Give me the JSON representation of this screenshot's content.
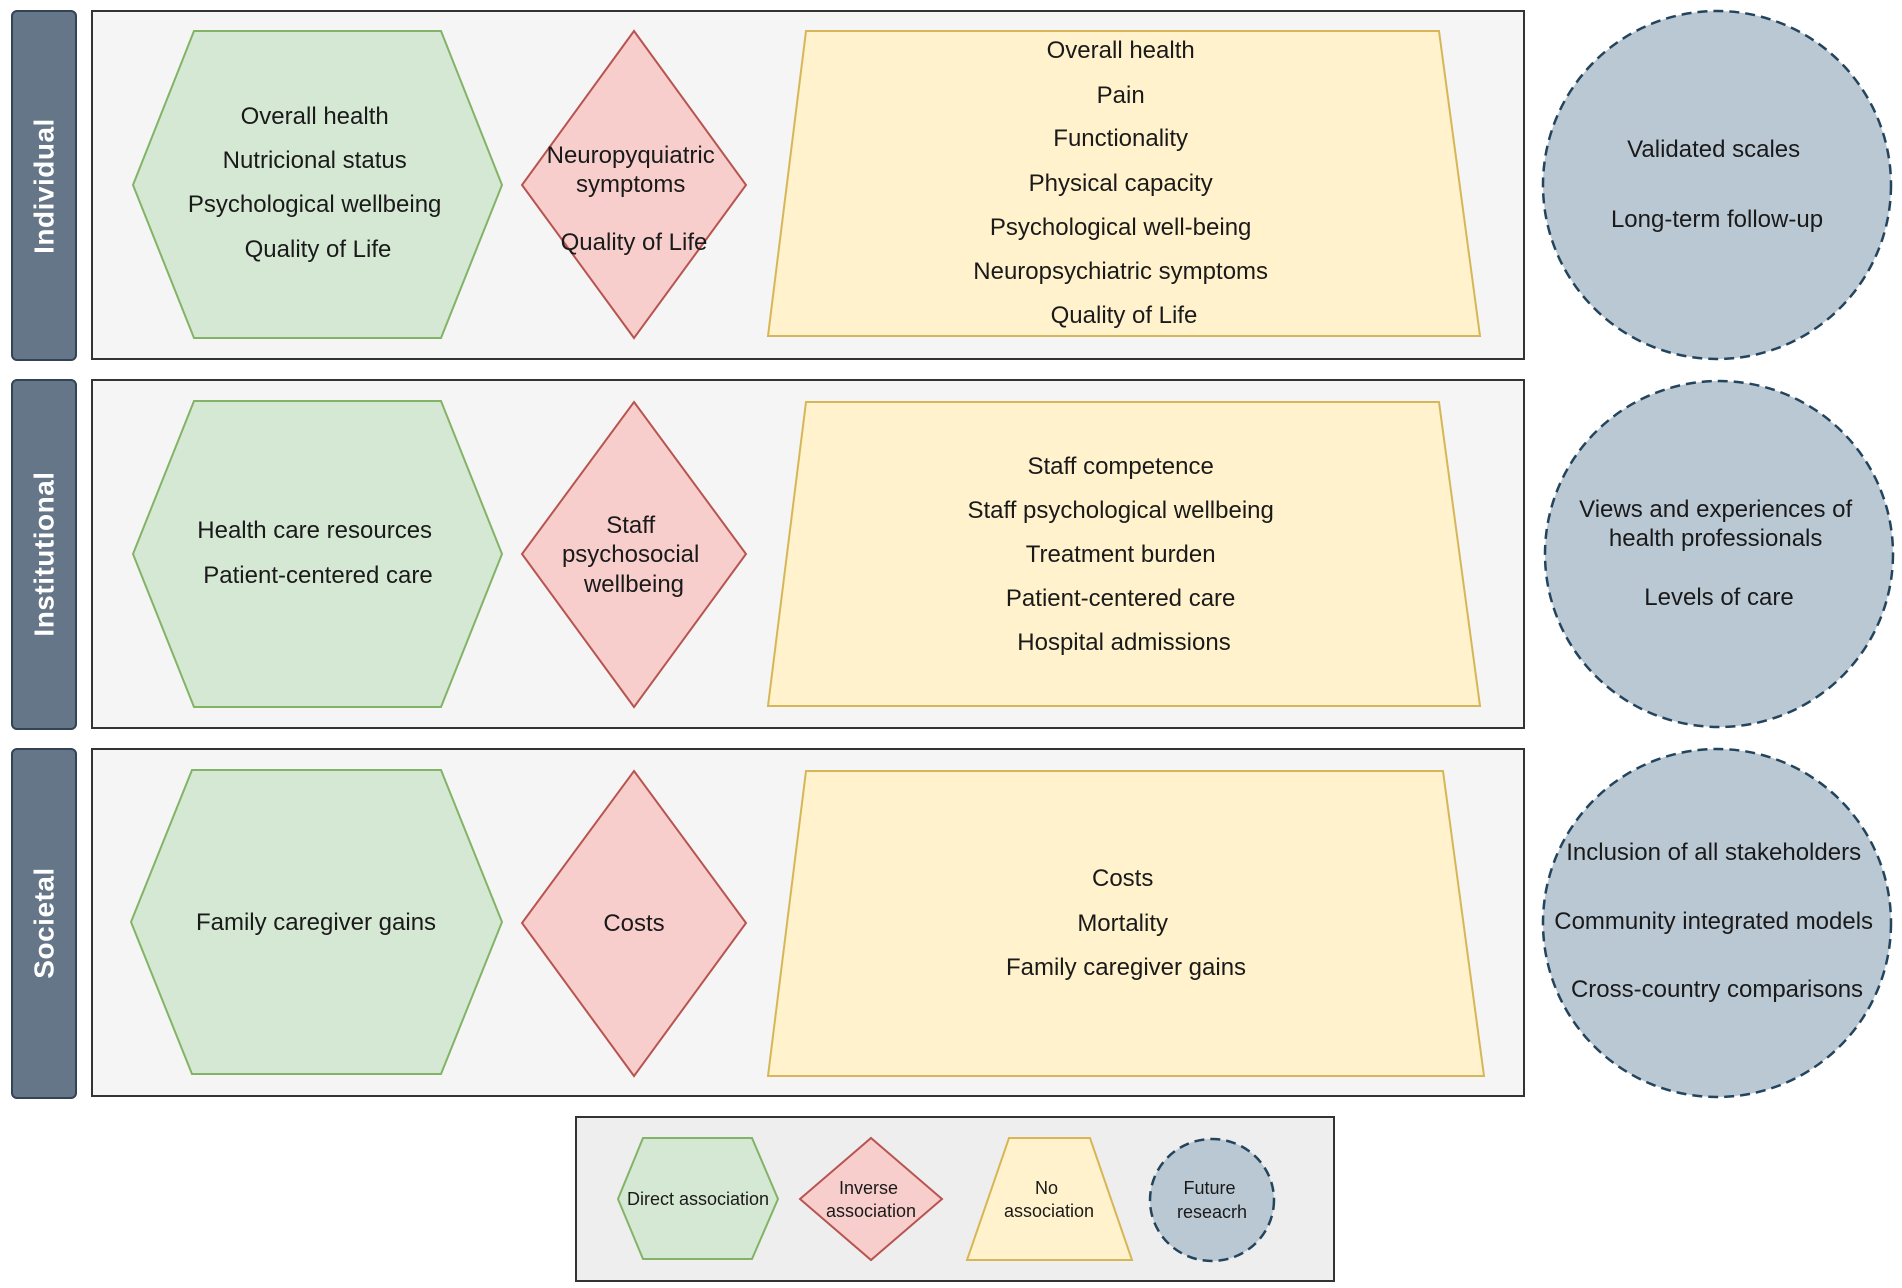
{
  "rows": [
    {
      "label": "Individual",
      "direct": [
        "Overall health",
        "Nutricional status",
        "Psychological wellbeing",
        "Quality of Life"
      ],
      "inverse": [
        "Neuropyquiatric",
        "symptoms",
        "",
        "Quality of Life"
      ],
      "none": [
        "Overall health",
        "Pain",
        "Functionality",
        "Physical capacity",
        "Psychological well-being",
        "Neuropsychiatric symptoms",
        "Quality of Life"
      ],
      "future": [
        "Validated scales",
        "",
        "Long-term follow-up"
      ]
    },
    {
      "label": "Institutional",
      "direct": [
        "Health care resources",
        "Patient-centered care"
      ],
      "inverse": [
        "Staff",
        "psychosocial",
        "wellbeing"
      ],
      "none": [
        "Staff competence",
        "Staff psychological wellbeing",
        "Treatment burden",
        "Patient-centered care",
        "Hospital admissions"
      ],
      "future": [
        "Views and experiences of",
        "health professionals",
        "",
        "Levels of care"
      ]
    },
    {
      "label": "Societal",
      "direct": [
        "Family caregiver gains"
      ],
      "inverse": [
        "Costs"
      ],
      "none": [
        "Costs",
        "Mortality",
        "Family caregiver gains"
      ],
      "future": [
        "Inclusion of all stakeholders",
        "Community integrated models",
        "Cross-country comparisons"
      ]
    }
  ],
  "legend": {
    "direct": [
      "Direct association"
    ],
    "inverse": [
      "Inverse",
      "association"
    ],
    "none": [
      "No",
      "association"
    ],
    "future": [
      "Future",
      "reseacrh"
    ]
  },
  "colors": {
    "direct_fill": "#d5e8d4",
    "direct_stroke": "#82b366",
    "inverse_fill": "#f8cecc",
    "inverse_stroke": "#b85450",
    "none_fill": "#fff2cc",
    "none_stroke": "#d6b656",
    "future_fill": "#bac8d3",
    "future_stroke": "#23445d",
    "tab_fill": "#647687",
    "tab_stroke": "#314354",
    "panel_fill": "#f5f5f5",
    "panel_stroke": "#333333"
  }
}
